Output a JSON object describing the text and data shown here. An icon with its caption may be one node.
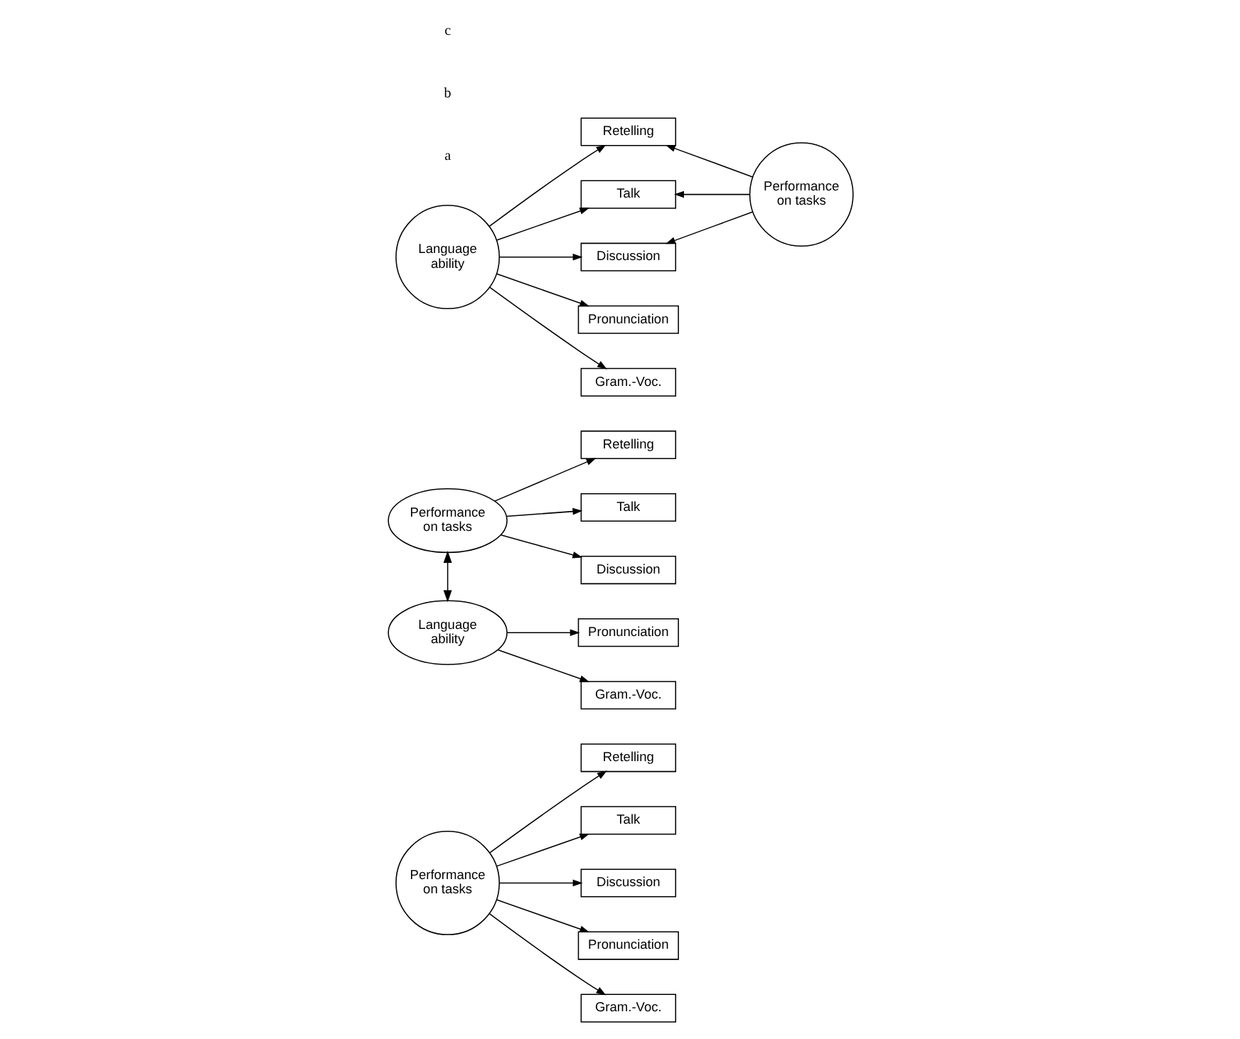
{
  "diagram": {
    "nodes": [
      {
        "text": [
          "Performance on tasks"
        ]
      },
      {
        "text": [
          "Retelling"
        ]
      },
      {
        "text": [
          "Talk"
        ]
      },
      {
        "text": [
          "Discussion"
        ]
      },
      {
        "text": [
          "Pronunciation"
        ]
      },
      {
        "text": [
          "Gram.-Voc."
        ]
      },
      {
        "text": [
          "Performance on tasks"
        ]
      },
      {
        "text": [
          "Retelling"
        ]
      },
      {
        "text": [
          "Talk"
        ]
      },
      {
        "text": [
          "Discussion"
        ]
      },
      {
        "text": [
          "Language ability"
        ]
      },
      {
        "text": [
          "Pronunciation"
        ]
      },
      {
        "text": [
          "Gram.-Voc."
        ]
      },
      {
        "text": [
          "Language ability"
        ]
      },
      {
        "text": [
          "Retelling"
        ]
      },
      {
        "text": [
          "Talk"
        ]
      },
      {
        "text": [
          "Discussion"
        ]
      },
      {
        "text": [
          "Pronunciation"
        ]
      },
      {
        "text": [
          "Gram.-Voc."
        ]
      },
      {
        "text": [
          "Performance on tasks"
        ]
      }
    ],
    "edges": [
      {
        "from": 0,
        "to": 1,
        "arrow": "to"
      },
      {
        "from": 0,
        "to": 2,
        "arrow": "to"
      },
      {
        "from": 0,
        "to": 3,
        "arrow": "to"
      },
      {
        "from": 0,
        "to": 4,
        "arrow": "to"
      },
      {
        "from": 0,
        "to": 5,
        "arrow": "to"
      },
      {
        "from": 6,
        "to": 10,
        "arrow": "both"
      },
      {
        "from": 6,
        "to": 7,
        "arrow": "to"
      },
      {
        "from": 6,
        "to": 8,
        "arrow": "to"
      },
      {
        "from": 6,
        "to": 9,
        "arrow": "to"
      },
      {
        "from": 10,
        "to": 11,
        "arrow": "to"
      },
      {
        "from": 10,
        "to": 12,
        "arrow": "to"
      },
      {
        "from": 13,
        "to": 14,
        "arrow": "to"
      },
      {
        "from": 13,
        "to": 15,
        "arrow": "to"
      },
      {
        "from": 13,
        "to": 16,
        "arrow": "to"
      },
      {
        "from": 13,
        "to": 17,
        "arrow": "to"
      },
      {
        "from": 13,
        "to": 18,
        "arrow": "to"
      },
      {
        "from": 19,
        "to": 14,
        "arrow": "to"
      },
      {
        "from": 19,
        "to": 15,
        "arrow": "to"
      },
      {
        "from": 19,
        "to": 16,
        "arrow": "to"
      }
    ],
    "labels": [
      "a",
      "b",
      "c"
    ]
  }
}
